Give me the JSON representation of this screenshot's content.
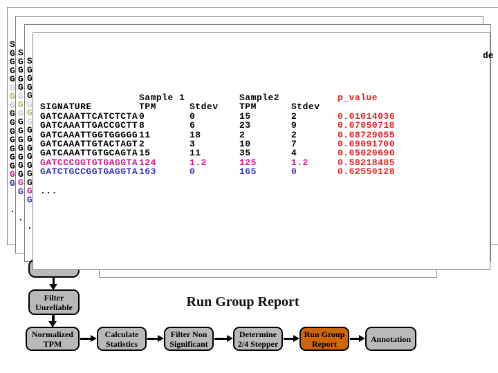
{
  "title": "Run Group Report",
  "report_table": {
    "group_headers": [
      {
        "label": "Sample 1",
        "col": 1,
        "style": "black"
      },
      {
        "label": "Sample2",
        "col": 3,
        "style": "black"
      },
      {
        "label": "p_value",
        "col": 5,
        "style": "red"
      }
    ],
    "columns": [
      "SIGNATURE",
      "TPM",
      "Stdev",
      "TPM",
      "Stdev",
      ""
    ],
    "rows": [
      {
        "style": "black",
        "cells": [
          "GATCAAATTCATCTCTA",
          "0",
          "0",
          "15",
          "2",
          "0.01014036"
        ]
      },
      {
        "style": "black",
        "cells": [
          "GATCAAATTGACCGCTT",
          "8",
          "6",
          "23",
          "9",
          "0.07050718"
        ]
      },
      {
        "style": "black",
        "cells": [
          "GATCAAATTGGTGGGGG",
          "11",
          "18",
          "2",
          "2",
          "0.08729055"
        ]
      },
      {
        "style": "black",
        "cells": [
          "GATCAAATTGTACTAGT",
          "2",
          "3",
          "10",
          "7",
          "0.09091700"
        ]
      },
      {
        "style": "black",
        "cells": [
          "GATCAAATTGTGCAGTA",
          "15",
          "11",
          "35",
          "4",
          "0.05020690"
        ]
      },
      {
        "style": "magenta",
        "cells": [
          "GATCCCGGTGTGAGGTA",
          "124",
          "1.2",
          "125",
          "1.2",
          "0.58218485"
        ]
      },
      {
        "style": "blue",
        "cells": [
          "GATCTGCCGGTGAGGTA",
          "163",
          "0",
          "165",
          "0",
          "0.62550128"
        ]
      }
    ],
    "ellipsis": "..."
  },
  "stacked_windows": {
    "letter_column": [
      {
        "ch": "S",
        "style": "black"
      },
      {
        "ch": "G",
        "style": "black"
      },
      {
        "ch": "G",
        "style": "black"
      },
      {
        "ch": "G",
        "style": "black"
      },
      {
        "ch": "G",
        "style": "black"
      },
      {
        "ch": "G",
        "style": "faded"
      },
      {
        "ch": "G",
        "style": "olive"
      },
      {
        "ch": "G",
        "style": "faded"
      },
      {
        "ch": "G",
        "style": "black"
      },
      {
        "ch": "G",
        "style": "black"
      },
      {
        "ch": "G",
        "style": "black"
      },
      {
        "ch": "G",
        "style": "black"
      },
      {
        "ch": "G",
        "style": "black"
      },
      {
        "ch": "G",
        "style": "black"
      },
      {
        "ch": "G",
        "style": "black"
      },
      {
        "ch": "G",
        "style": "magenta"
      },
      {
        "ch": "G",
        "style": "blue"
      }
    ],
    "ellipsis": "...",
    "edge_fragment": "de"
  },
  "flowchart": {
    "filter_box": {
      "lines": [
        "Filter",
        "Unreliable"
      ]
    },
    "steps": [
      {
        "lines": [
          "Normalized",
          "TPM"
        ],
        "highlight": false
      },
      {
        "lines": [
          "Calculate",
          "Statistics"
        ],
        "highlight": false
      },
      {
        "lines": [
          "Filter Non",
          "Significant"
        ],
        "highlight": false
      },
      {
        "lines": [
          "Determine",
          "2/4 Stepper"
        ],
        "highlight": false
      },
      {
        "lines": [
          "Run Group",
          "Report"
        ],
        "highlight": true
      },
      {
        "lines": [
          "Annotation"
        ],
        "highlight": false
      }
    ]
  },
  "colors": {
    "magenta_row": "#d6148e",
    "blue_row": "#3232b4",
    "p_value_red": "#e01f1f",
    "faded_letter": "#cbcbcb",
    "olive_letter": "#b5b560",
    "highlight_orange": "#cc6608",
    "box_gray": "#b9b9b9",
    "window_border": "#7f7f7f"
  }
}
